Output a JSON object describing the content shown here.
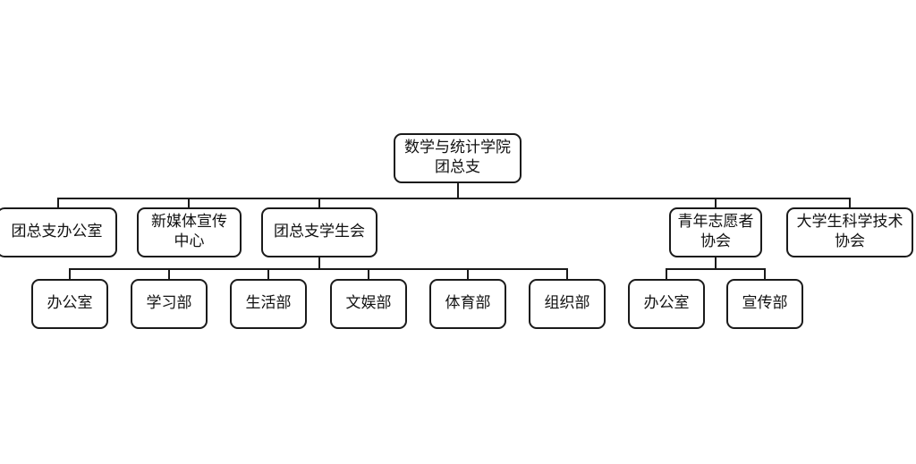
{
  "diagram": {
    "type": "organizational-chart",
    "title_node": "数学与统计学院\n团总支",
    "background_color": "#ffffff",
    "border_color": "#1a1a1a",
    "node_fill": "#ffffff",
    "text_color": "#111111",
    "levels": [
      {
        "level": 1,
        "nodes": [
          {
            "id": "root",
            "label": "数学与统计学院\n团总支"
          }
        ]
      },
      {
        "level": 2,
        "nodes": [
          {
            "id": "office",
            "label": "团总支办公室"
          },
          {
            "id": "media",
            "label": "新媒体宣传\n中心"
          },
          {
            "id": "union",
            "label": "团总支学生会"
          },
          {
            "id": "volunteer",
            "label": "青年志愿者\n协会"
          },
          {
            "id": "scitech",
            "label": "大学生科学技术\n协会"
          }
        ]
      },
      {
        "level": 3,
        "nodes": [
          {
            "id": "u-office",
            "label": "办公室",
            "parent": "union"
          },
          {
            "id": "u-study",
            "label": "学习部",
            "parent": "union"
          },
          {
            "id": "u-life",
            "label": "生活部",
            "parent": "union"
          },
          {
            "id": "u-arts",
            "label": "文娱部",
            "parent": "union"
          },
          {
            "id": "u-sports",
            "label": "体育部",
            "parent": "union"
          },
          {
            "id": "u-organize",
            "label": "组织部",
            "parent": "union"
          },
          {
            "id": "v-office",
            "label": "办公室",
            "parent": "volunteer"
          },
          {
            "id": "v-publicity",
            "label": "宣传部",
            "parent": "volunteer"
          }
        ]
      }
    ]
  }
}
